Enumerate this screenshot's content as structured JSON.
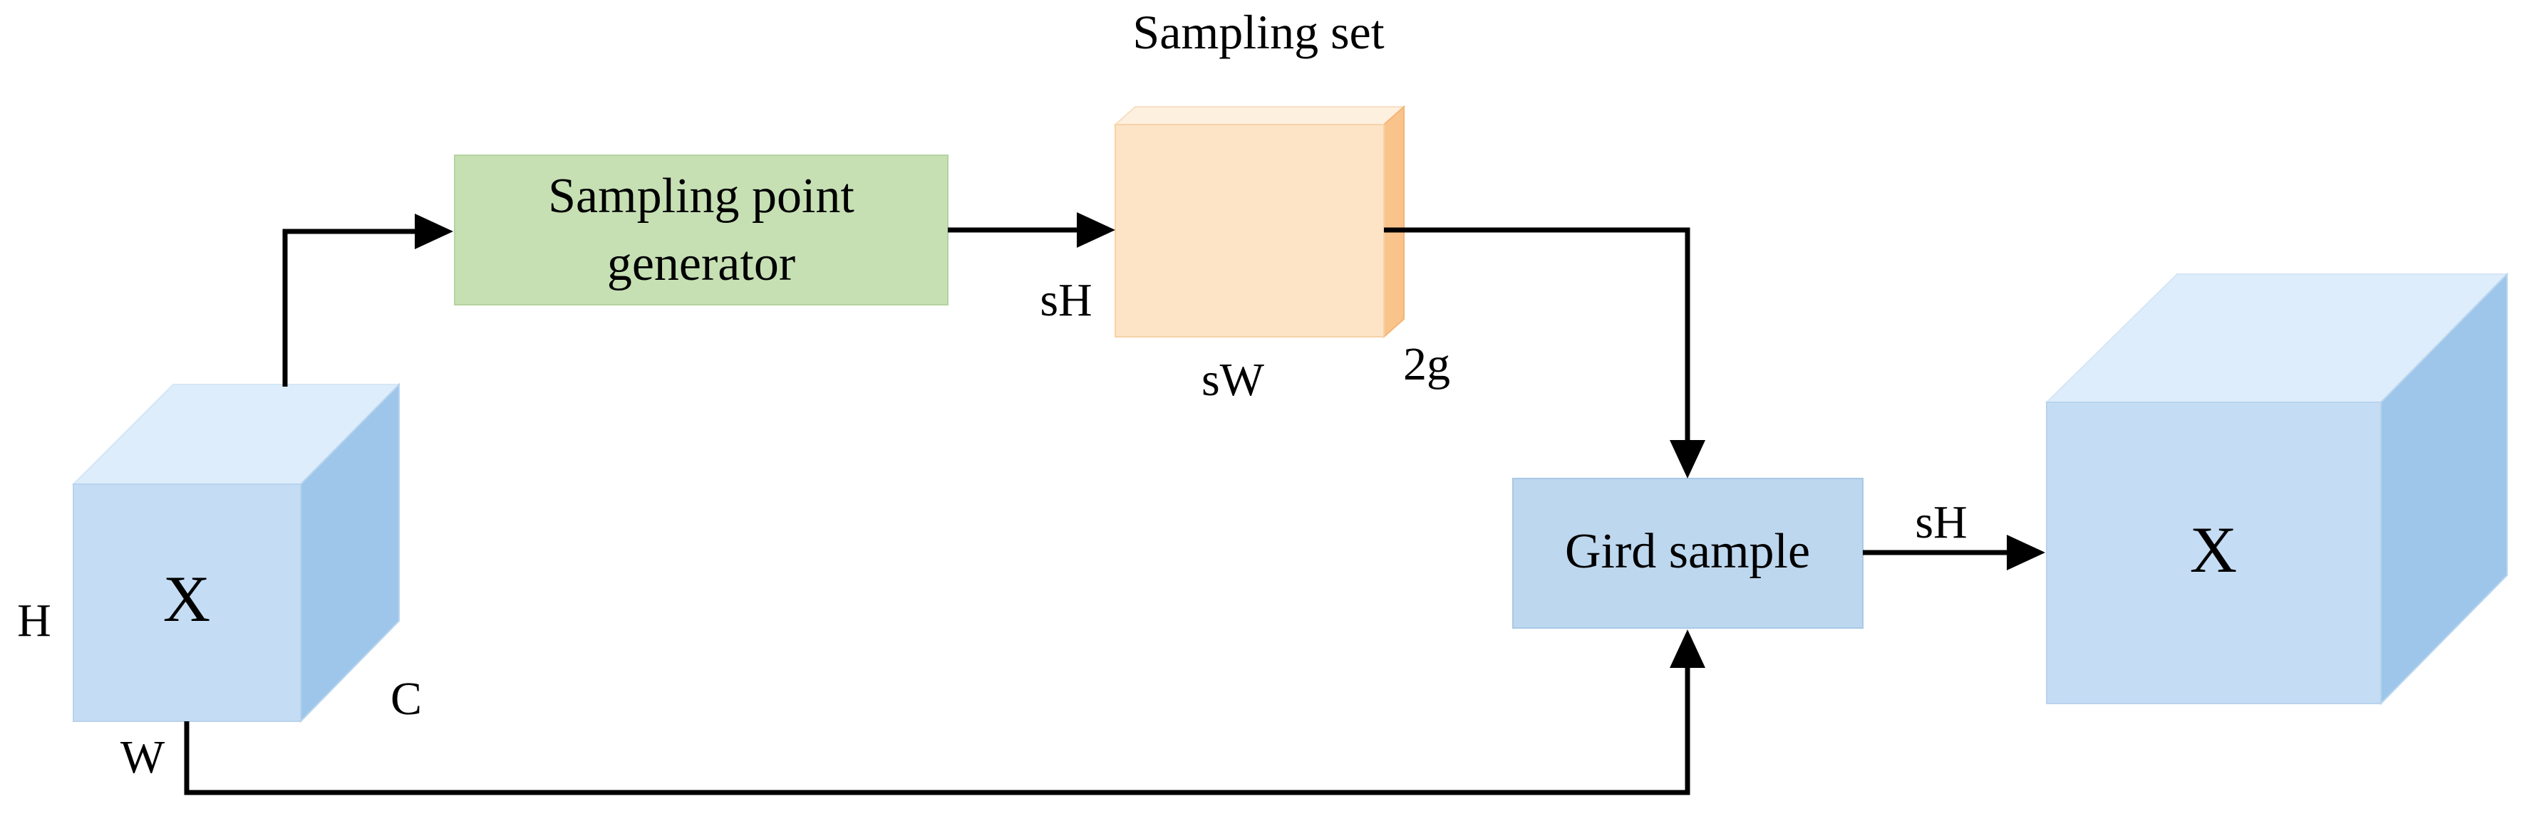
{
  "title": "Sampling set",
  "input_cube": {
    "label": "X",
    "height_label": "H",
    "width_label": "W",
    "channel_label": "C"
  },
  "generator_box": {
    "line1": "Sampling point",
    "line2": "generator"
  },
  "sampling_set": {
    "height_label": "sH",
    "width_label": "sW",
    "depth_label": "2g"
  },
  "grid_box": {
    "label": "Gird sample"
  },
  "output_arrow_label": "sH",
  "output_cube": {
    "label": "X"
  },
  "colors": {
    "cube_front": "#c5ddf4",
    "cube_top": "#deedfb",
    "cube_side": "#9ec6ea",
    "generator_fill": "#c6e0b4",
    "sampling_front": "#fde4c6",
    "sampling_top": "#fef0df",
    "sampling_side": "#f9c48b",
    "grid_fill": "#bdd7ee",
    "line": "#000000"
  }
}
